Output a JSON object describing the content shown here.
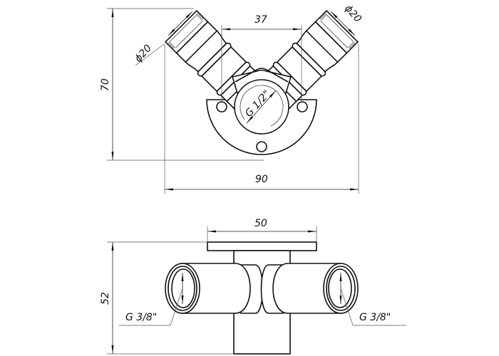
{
  "drawing": {
    "top_view": {
      "dim_height": "70",
      "dim_width": "90",
      "dim_center_spacing": "37",
      "dim_left_diameter": "ϕ20",
      "dim_right_diameter": "ϕ20",
      "inlet_thread": "G 1/2\""
    },
    "side_view": {
      "dim_height": "52",
      "dim_flange_width": "50",
      "left_outlet_thread": "G 3/8\"",
      "right_outlet_thread": "G 3/8\""
    }
  }
}
